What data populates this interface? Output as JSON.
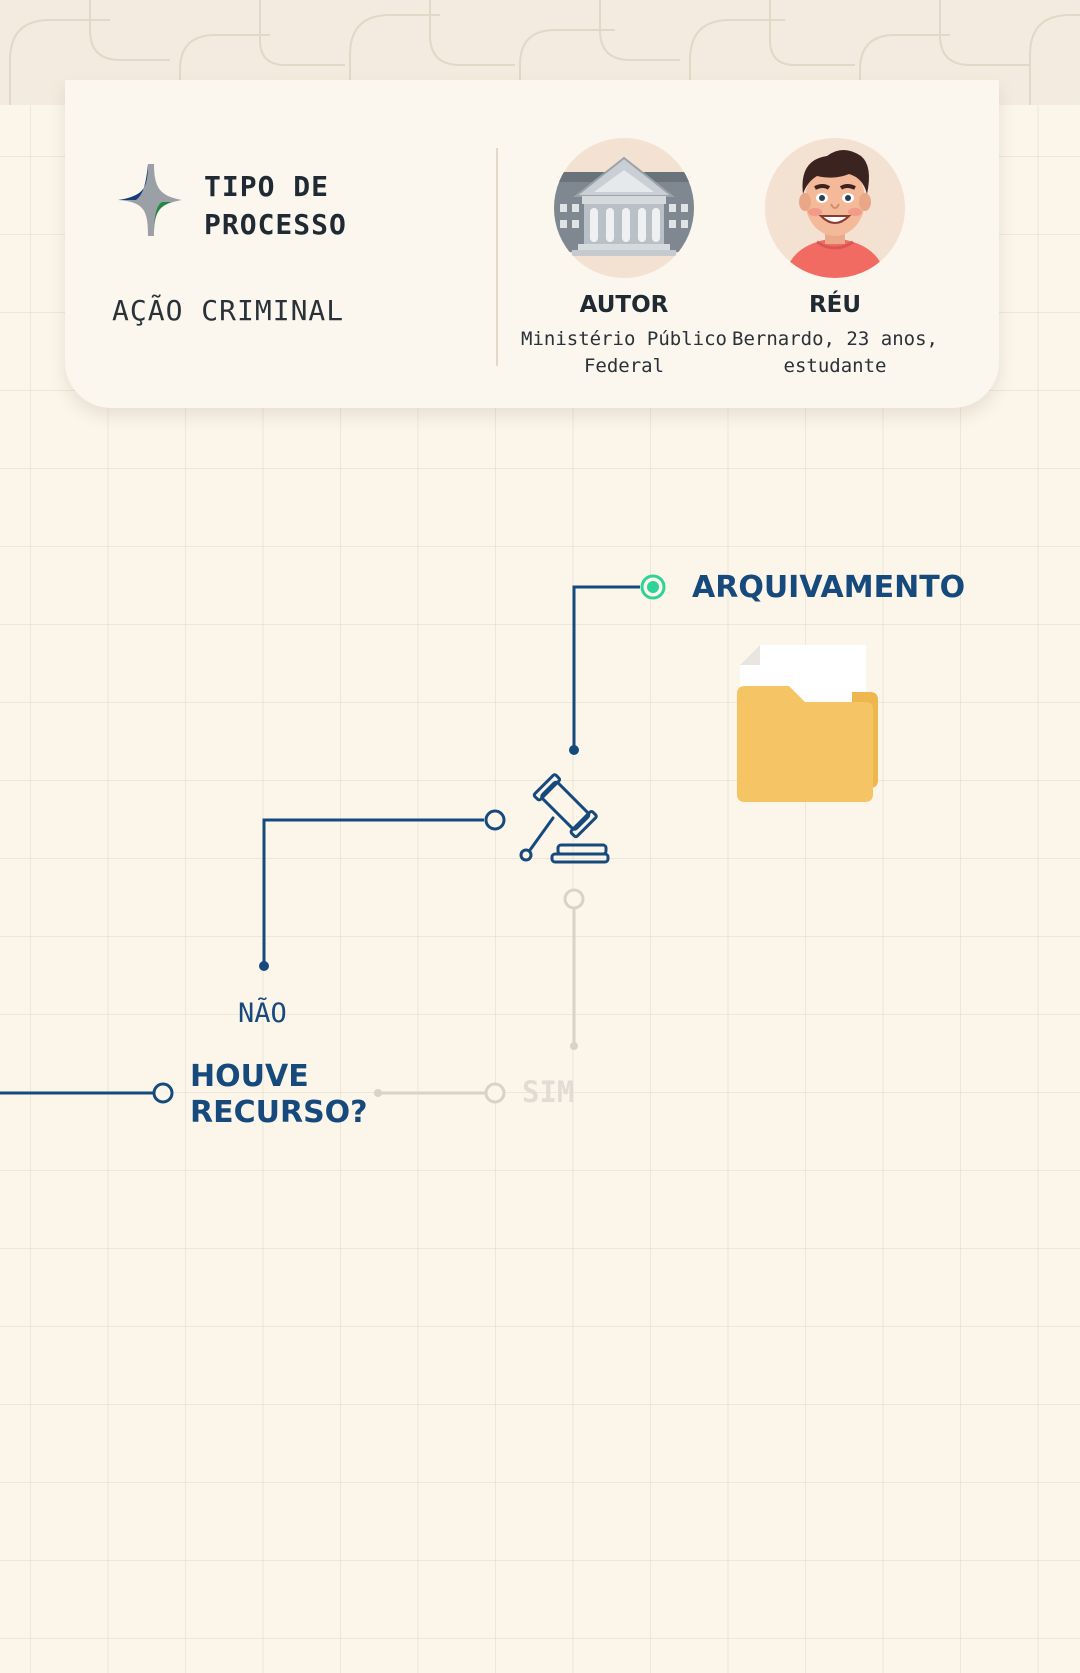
{
  "header": {
    "process_label": "TIPO DE PROCESSO",
    "process_value": "AÇÃO CRIMINAL"
  },
  "parties": [
    {
      "role": "AUTOR",
      "description": "Ministério Público Federal",
      "icon": "courthouse-icon"
    },
    {
      "role": "RÉU",
      "description": "Bernardo, 23 anos, estudante",
      "icon": "man-avatar"
    }
  ],
  "flow": {
    "outcome_label": "ARQUIVAMENTO",
    "question_label": "HOUVE RECURSO?",
    "answer_no": "NÃO",
    "answer_yes": "SIM",
    "decision_icon": "gavel-icon",
    "outcome_icon": "folder-icon"
  },
  "colors": {
    "primary": "#174a7c",
    "accent": "#2ed39a",
    "muted": "#d8d2c7",
    "folder": "#f5c465",
    "background": "#fbf5ea"
  }
}
